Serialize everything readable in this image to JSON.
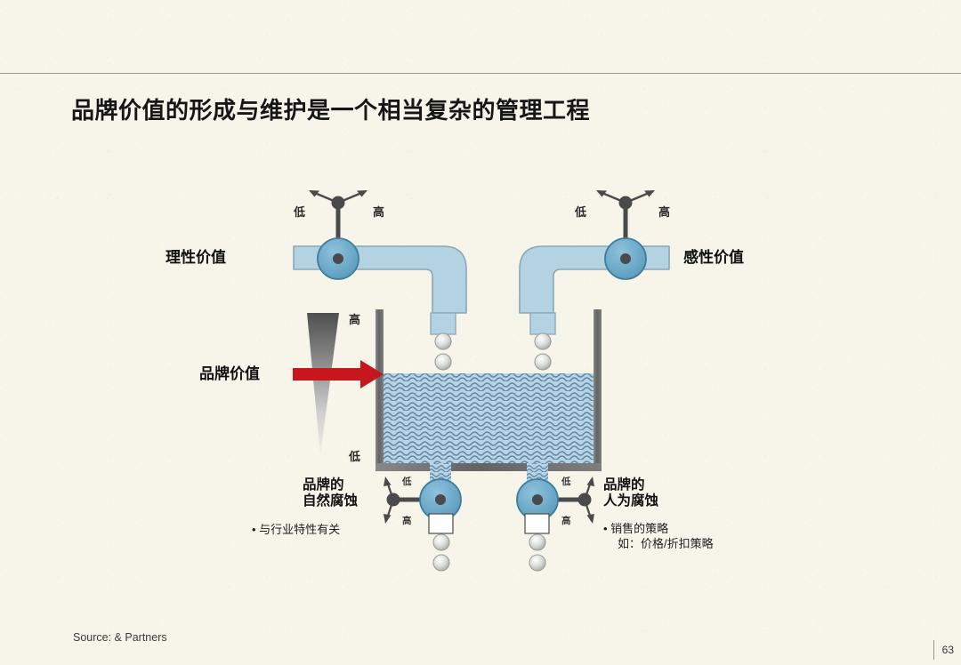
{
  "slide": {
    "title": "品牌价值的形成与维护是一个相当复杂的管理工程",
    "source": "Source: & Partners",
    "page_number": "63"
  },
  "diagram": {
    "type": "tank-and-valves",
    "inflow": [
      {
        "id": "rational",
        "label": "理性价值",
        "label_side": "left",
        "knob_low": "低",
        "knob_high": "高",
        "droplets": 2
      },
      {
        "id": "emotional",
        "label": "感性价值",
        "label_side": "right",
        "knob_low": "低",
        "knob_high": "高",
        "droplets": 2
      }
    ],
    "tank": {
      "level_label": "品牌价值",
      "scale_top": "高",
      "scale_bottom": "低",
      "arrow_color": "#c8161d",
      "water_color": "#a9c8dd"
    },
    "outflow": [
      {
        "id": "natural-erosion",
        "label_line1": "品牌的",
        "label_line2": "自然腐蚀",
        "label_side": "left",
        "knob_low": "低",
        "knob_high": "高",
        "bullets": [
          "• 与行业特性有关"
        ],
        "droplets": 2
      },
      {
        "id": "artificial-erosion",
        "label_line1": "品牌的",
        "label_line2": "人为腐蚀",
        "label_side": "right",
        "knob_low": "低",
        "knob_high": "高",
        "bullets": [
          "• 销售的策略",
          "如：价格/折扣策略"
        ],
        "droplets": 2
      }
    ],
    "colors": {
      "pipe": "#b3d2e2",
      "pipe_stroke": "#8aa7b6",
      "valve": "#6ba8c8",
      "valve_stroke": "#3f7d9c",
      "stem": "#4a4a4a",
      "wall": "#6a6a6a",
      "water": "#9fc3da",
      "droplet": "#c9cdcb",
      "background": "#f7f5ea"
    }
  }
}
